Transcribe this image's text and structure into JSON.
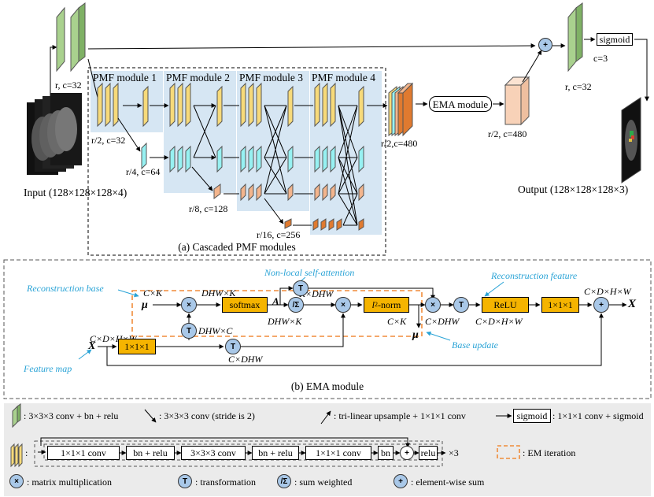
{
  "part_a": {
    "caption": "(a) Cascaded PMF modules",
    "modules": [
      "PMF module 1",
      "PMF module 2",
      "PMF module 3",
      "PMF module 4"
    ],
    "labels": {
      "r_c32_left": "r, c=32",
      "r2_c32": "r/2, c=32",
      "r4_c64": "r/4, c=64",
      "r8_c128": "r/8, c=128",
      "r16_c256": "r/16, c=256",
      "r2_c480": "r/2,c=480",
      "r2_c480_out": "r/2, c=480",
      "r_c32_right": "r, c=32",
      "c3": "c=3"
    },
    "input_label": "Input (128×128×128×4)",
    "output_label": "Output  (128×128×128×3)",
    "ema_box": "EMA module",
    "sigmoid_box": "sigmoid",
    "plus": "+"
  },
  "part_b": {
    "caption": "(b) EMA module",
    "annotations": {
      "reconstruction_base": "Reconstruction base",
      "nonlocal": "Non-local self-attention",
      "reconstruction_feature": "Reconstruction feature",
      "feature_map": "Feature map",
      "base_update": "Base update"
    },
    "dims": {
      "cxk": "C×K",
      "dhwxk_top": "DHW×K",
      "kxdhw": "K×DHW",
      "dhwxc": "DHW×C",
      "dhwxk_mid": "DHW×K",
      "cxk_mid": "C×K",
      "cxdhw_mid": "C×DHW",
      "cxdxhxw_feat": "C×D×H×W",
      "cxdhw_bottom": "C×DHW",
      "cxdxhxw_relu": "C×D×H×W",
      "cxdxhxw_out": "C×D×H×W"
    },
    "symbols": {
      "mu": "μ",
      "mu_bar": "μ",
      "A": "A",
      "X": "X",
      "X_out": "X"
    },
    "boxes": {
      "softmax": "softmax",
      "l2norm_a": "l",
      "l2norm_sub": "2",
      "l2norm_b": "-norm",
      "relu": "ReLU",
      "conv_right": "1×1×1",
      "conv_left": "1×1×1"
    },
    "ops": {
      "matmul": "×",
      "transform": "T",
      "sumw": "/Σ",
      "plus": "+"
    }
  },
  "legend": {
    "row1": {
      "conv": ": 3×3×3 conv + bn + relu",
      "stride": ": 3×3×3 conv (stride is 2)",
      "upsample": ": tri-linear upsample + 1×1×1 conv",
      "sigmoid_box": "sigmoid",
      "sigmoid_desc": ": 1×1×1 conv + sigmoid"
    },
    "row2": {
      "colon": ":",
      "chain": [
        "1×1×1 conv",
        "bn + relu",
        "3×3×3 conv",
        "bn + relu",
        "1×1×1 conv",
        "bn",
        "+",
        "relu"
      ],
      "times": "×3",
      "em_iter": ": EM iteration"
    },
    "row3": {
      "matmul": ": matrix multiplication",
      "transform": ": transformation",
      "sumw": ": sum weighted",
      "sum": ": element-wise sum"
    }
  },
  "colors": {
    "yellow_block": "#f7da7a",
    "cyan_block": "#97f1f2",
    "peach_block": "#f3b58d",
    "orange_block": "#e07a2f",
    "green_block": "#a9d18e",
    "module_bg": "#d6e6f3",
    "op_circle": "#a9c8e8",
    "accent_cyan": "#29a3d6",
    "em_dash": "#f08c3a",
    "legend_bg": "#ebebeb",
    "orange_box": "#f5b400"
  }
}
